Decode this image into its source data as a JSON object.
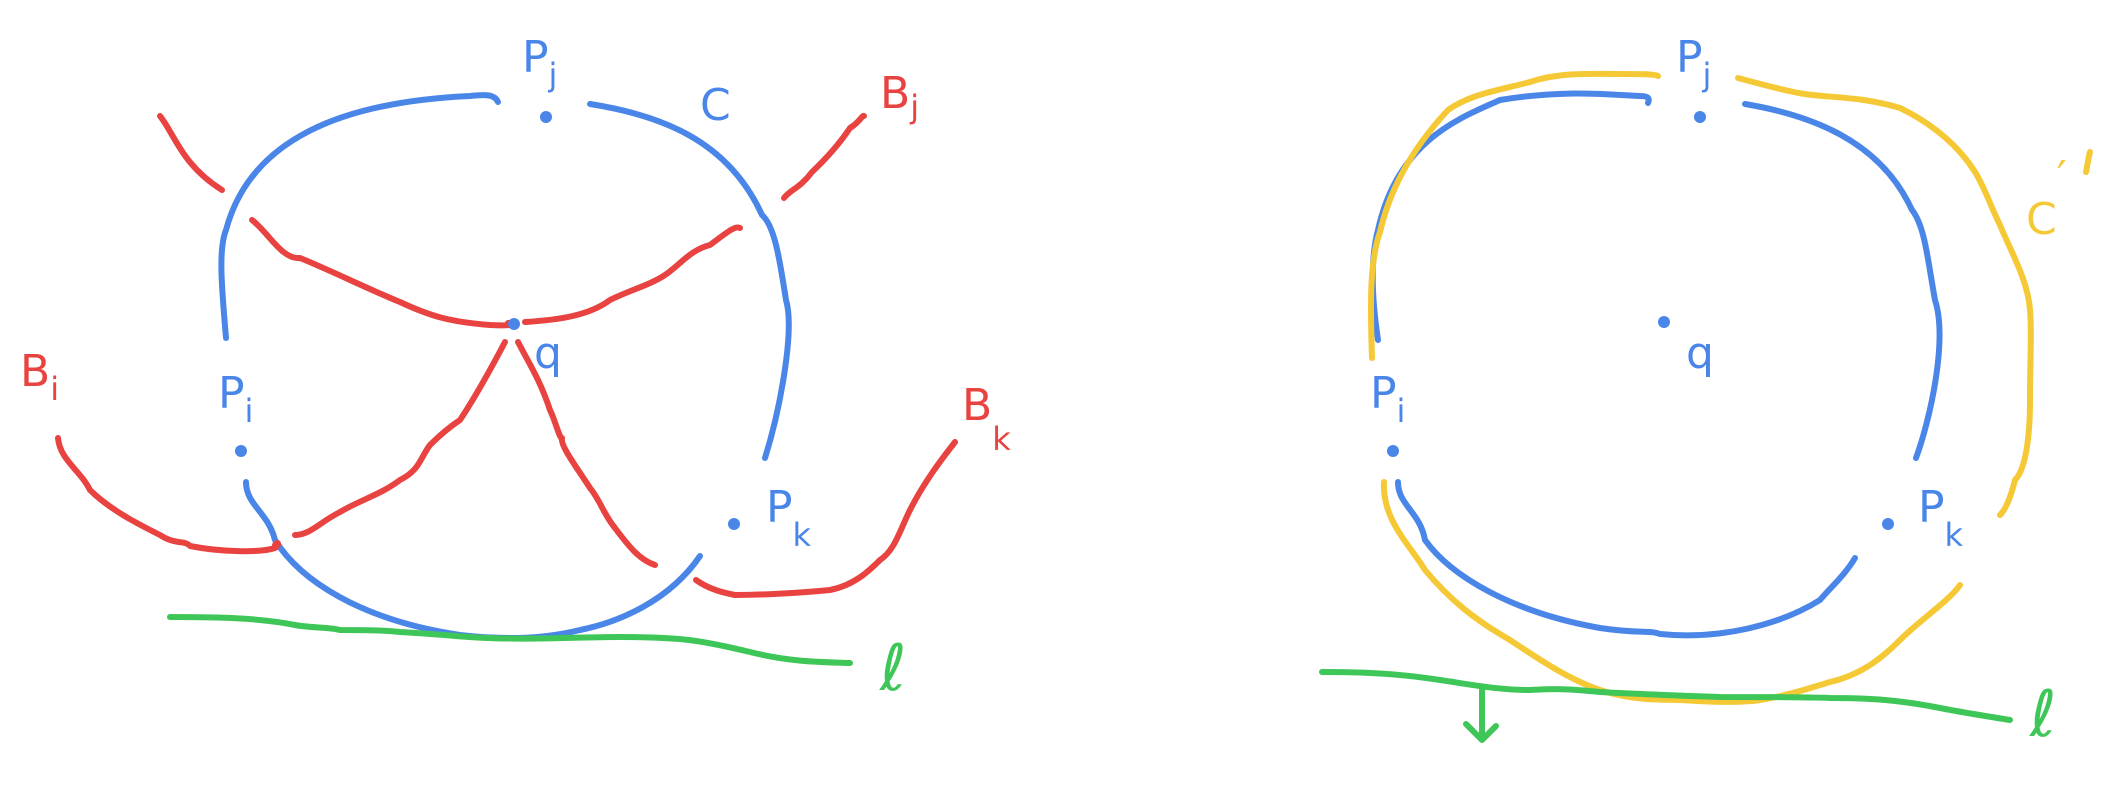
{
  "colors": {
    "blue": "#4a86e8",
    "red": "#e84340",
    "green": "#3fc658",
    "yellow": "#f5c935"
  },
  "left_panel": {
    "points": {
      "pi": "P",
      "pi_sub": "i",
      "pj": "P",
      "pj_sub": "j",
      "pk": "P",
      "pk_sub": "k",
      "q": "q"
    },
    "curve_label": "C",
    "regions": {
      "bi": "B",
      "bi_sub": "i",
      "bj": "B",
      "bj_sub": "j",
      "bk": "B",
      "bk_sub": "k"
    },
    "line_label": "ℓ"
  },
  "right_panel": {
    "points": {
      "pi": "P",
      "pi_sub": "i",
      "pj": "P",
      "pj_sub": "j",
      "pk": "P",
      "pk_sub": "k",
      "q": "q"
    },
    "curve_label": "C",
    "curve_label_prime": "′",
    "line_label": "ℓ"
  }
}
